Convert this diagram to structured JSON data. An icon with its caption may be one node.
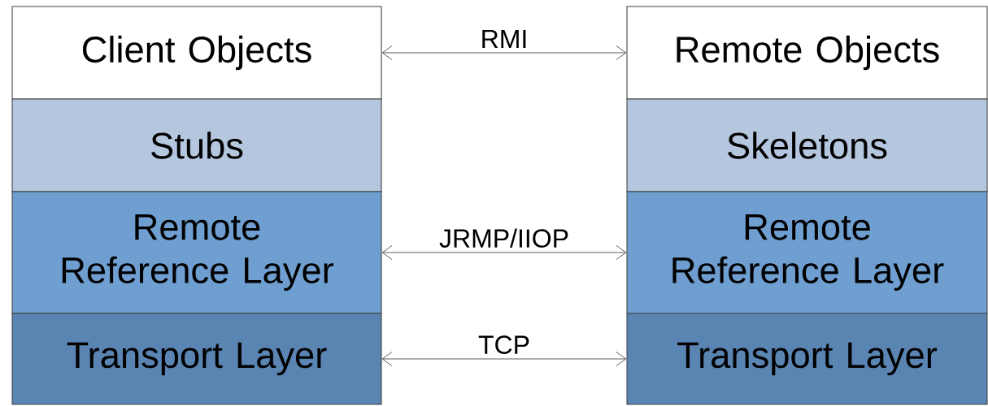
{
  "diagram": {
    "nodes": [
      {
        "text": [
          "Client Objects"
        ]
      },
      {
        "text": [
          "Stubs"
        ]
      },
      {
        "text": [
          "Remote Reference Layer"
        ]
      },
      {
        "text": [
          "Transport Layer"
        ]
      },
      {
        "text": [
          "Remote Objects"
        ]
      },
      {
        "text": [
          "Skeletons"
        ]
      },
      {
        "text": [
          "Remote Reference Layer"
        ]
      },
      {
        "text": [
          "Transport Layer"
        ]
      }
    ],
    "edges": [
      {
        "from": 0,
        "to": 4,
        "arrow": "both",
        "label": "RMI"
      },
      {
        "from": 2,
        "to": 6,
        "arrow": "both",
        "label": "JRMP/IIOP"
      },
      {
        "from": 3,
        "to": 7,
        "arrow": "both",
        "label": "TCP"
      }
    ]
  }
}
